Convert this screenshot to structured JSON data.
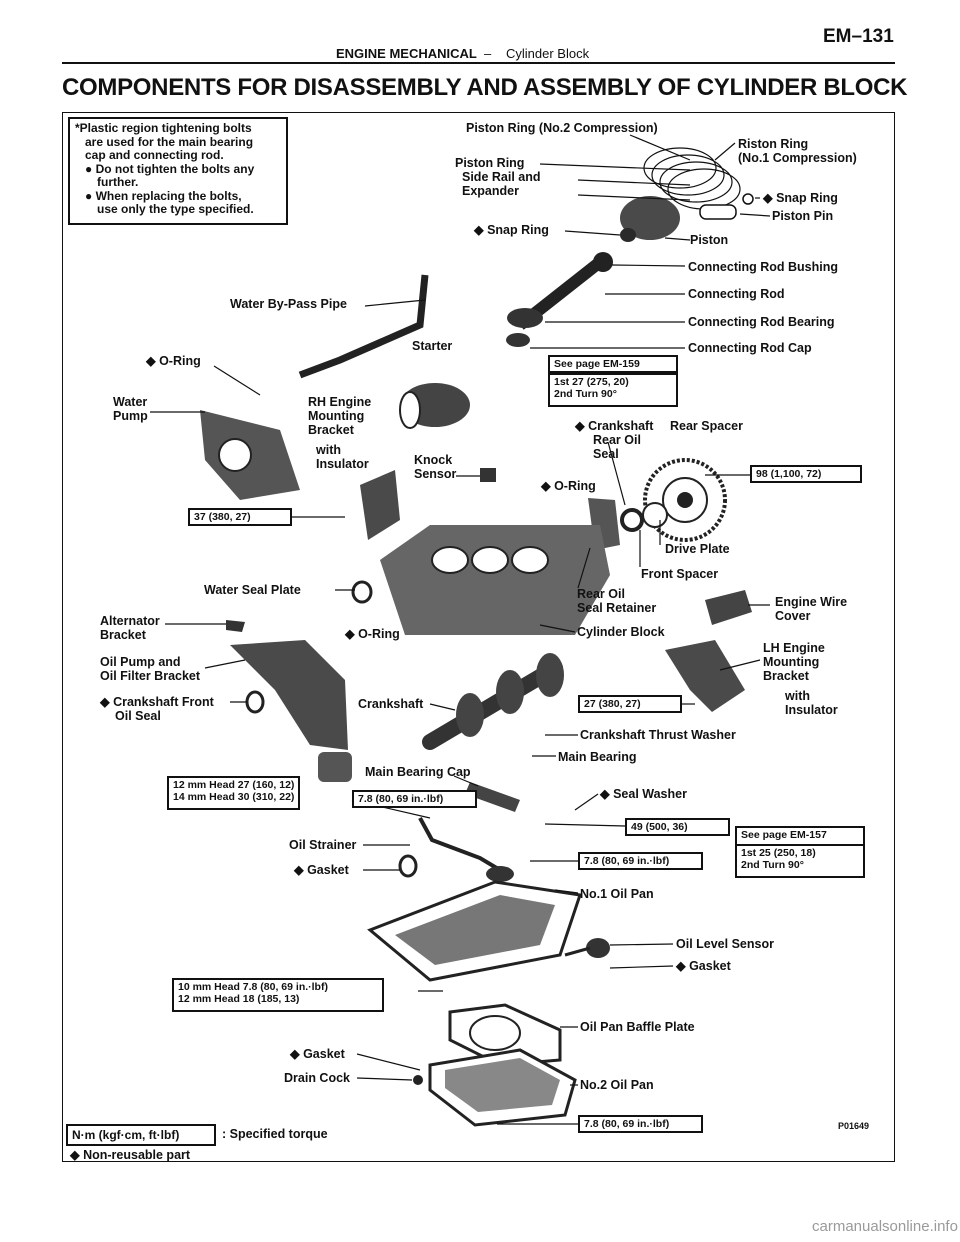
{
  "header": {
    "section": "ENGINE MECHANICAL",
    "dash": "–",
    "subsection": "Cylinder Block",
    "page": "EM–131"
  },
  "title": "COMPONENTS FOR DISASSEMBLY AND ASSEMBLY OF CYLINDER BLOCK",
  "note": {
    "line1": "*Plastic region tightening bolts",
    "line2": "are used for the main bearing",
    "line3": "cap and connecting rod.",
    "bullet1a": "● Do not tighten the bolts any",
    "bullet1b": "further.",
    "bullet2a": "● When replacing the bolts,",
    "bullet2b": "use only the type specified."
  },
  "labels": {
    "piston_ring_2": "Piston Ring (No.2 Compression)",
    "riston_ring": "Riston Ring",
    "no1_comp": "(No.1 Compression)",
    "piston_ring": "Piston Ring",
    "side_rail": "Side Rail and",
    "expander": "Expander",
    "snap_ring_r": "◆ Snap Ring",
    "piston_pin": "Piston Pin",
    "snap_ring_l": "◆ Snap Ring",
    "piston": "Piston",
    "conrod_bushing": "Connecting Rod Bushing",
    "conrod": "Connecting Rod",
    "conrod_bearing": "Connecting Rod Bearing",
    "conrod_cap": "Connecting Rod Cap",
    "water_bypass": "Water By-Pass Pipe",
    "o_ring1": "◆ O-Ring",
    "starter": "Starter",
    "water_pump_1": "Water",
    "water_pump_2": "Pump",
    "rh_1": "RH Engine",
    "rh_2": "Mounting",
    "rh_3": "Bracket",
    "rh_4": "with",
    "rh_5": "Insulator",
    "knock_1": "Knock",
    "knock_2": "Sensor",
    "crank_seal_1": "◆ Crankshaft",
    "crank_seal_2": "Rear Oil",
    "crank_seal_3": "Seal",
    "rear_spacer": "Rear Spacer",
    "o_ring2": "◆ O-Ring",
    "drive_plate": "Drive Plate",
    "front_spacer": "Front Spacer",
    "water_seal": "Water Seal Plate",
    "rear_ret_1": "Rear Oil",
    "rear_ret_2": "Seal Retainer",
    "eng_wire_1": "Engine Wire",
    "eng_wire_2": "Cover",
    "alt_1": "Alternator",
    "alt_2": "Bracket",
    "o_ring3": "◆ O-Ring",
    "cyl_block": "Cylinder Block",
    "lh_1": "LH Engine",
    "lh_2": "Mounting",
    "lh_3": "Bracket",
    "lh_4": "with",
    "lh_5": "Insulator",
    "oil_pump_1": "Oil Pump and",
    "oil_pump_2": "Oil Filter Bracket",
    "crank_front_1": "◆ Crankshaft Front",
    "crank_front_2": "Oil Seal",
    "crankshaft": "Crankshaft",
    "thrust_washer": "Crankshaft Thrust Washer",
    "main_bearing": "Main Bearing",
    "main_cap": "Main Bearing Cap",
    "seal_washer": "◆ Seal Washer",
    "oil_strainer": "Oil Strainer",
    "gasket1": "◆ Gasket",
    "no1_pan": "No.1 Oil Pan",
    "oil_level": "Oil Level Sensor",
    "gasket2": "◆ Gasket",
    "baffle": "Oil Pan Baffle Plate",
    "gasket3": "◆ Gasket",
    "drain": "Drain Cock",
    "no2_pan": "No.2 Oil Pan"
  },
  "torque": {
    "em159_a": "See page EM-159",
    "em159_b": "1st    27 (275, 20)",
    "em159_c": "2nd   Turn 90°",
    "t98": "98 (1,100, 72)",
    "t37": "37 (380, 27)",
    "t27": "27 (380, 27)",
    "head_a": "12 mm Head 27 (160, 12)",
    "head_b": "14 mm Head 30 (310, 22)",
    "t78a": "7.8 (80, 69 in.·lbf)",
    "t49": "49 (500, 36)",
    "em157_a": "See page EM-157",
    "em157_b": "1st    25 (250, 18)",
    "em157_c": "2nd   Turn 90°",
    "t78b": "7.8 (80, 69 in.·lbf)",
    "head2_a": "10 mm Head 7.8 (80, 69 in.·lbf)",
    "head2_b": "12 mm Head 18 (185, 13)",
    "t78c": "7.8 (80, 69 in.·lbf)"
  },
  "legend": {
    "unit": "N·m (kgf·cm, ft·lbf)",
    "specified": ":  Specified torque",
    "nonreusable": "◆ Non-reusable part"
  },
  "figure_id": "P01649",
  "watermark": "carmanualsonline.info"
}
